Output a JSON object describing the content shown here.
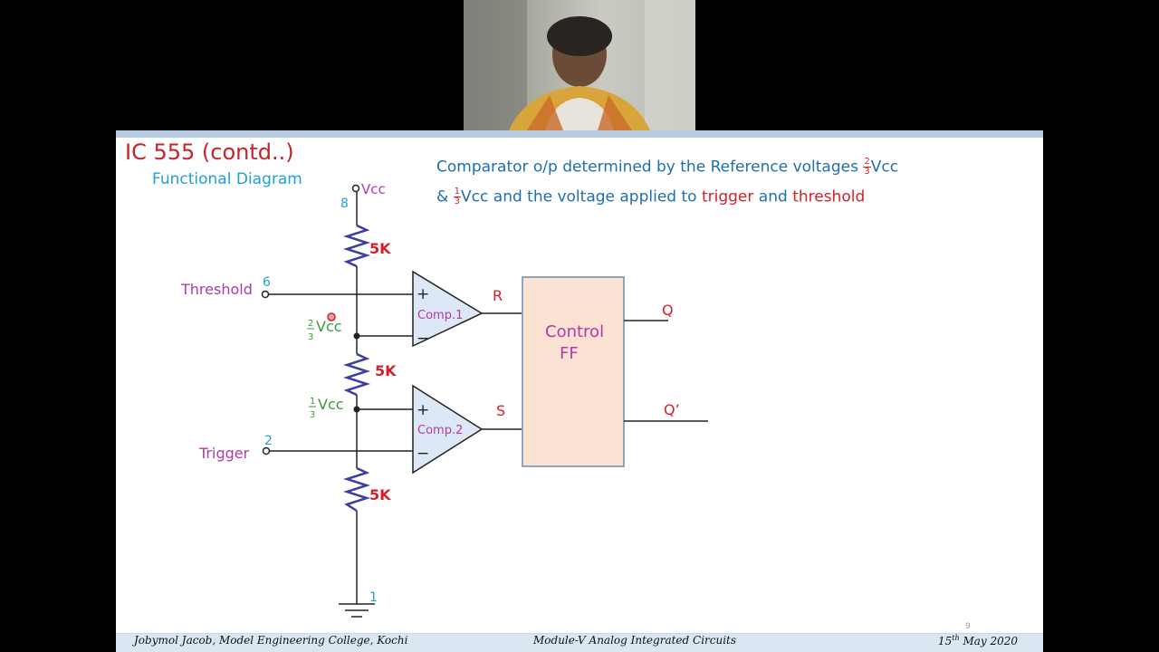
{
  "slide": {
    "title": "IC 555 (contd..)",
    "subtitle": "Functional Diagram",
    "description": {
      "line1_text": "Comparator o/p determined by the Reference voltages ",
      "line1_frac_num": "2",
      "line1_frac_den": "3",
      "line1_tail": "Vcc",
      "line2_amp": "& ",
      "line2_frac_num": "1",
      "line2_frac_den": "3",
      "line2_mid": "Vcc and the voltage applied to ",
      "line2_trigger": "trigger",
      "line2_and": " and ",
      "line2_threshold": "threshold"
    },
    "page_number": "9"
  },
  "circuit": {
    "vcc_label": "Vcc",
    "pin_vcc": "8",
    "pin_threshold": "6",
    "pin_trigger": "2",
    "pin_ground": "1",
    "threshold_label": "Threshold",
    "trigger_label": "Trigger",
    "resistor_label": "5K",
    "ref_upper_num": "2",
    "ref_upper_den": "3",
    "ref_upper_text": "Vcc",
    "ref_lower_num": "1",
    "ref_lower_den": "3",
    "ref_lower_text": "Vcc",
    "comp1_label": "Comp.1",
    "comp2_label": "Comp.2",
    "plus": "+",
    "minus": "−",
    "r_label": "R",
    "s_label": "S",
    "ff_label_line1": "Control",
    "ff_label_line2": "FF",
    "q_label": "Q",
    "qbar_label": "Q’"
  },
  "footer": {
    "left": "Jobymol Jacob, Model Engineering College, Kochi",
    "center": "Module-V  Analog Integrated Circuits",
    "right_day": "15",
    "right_sup": "th",
    "right_rest": " May 2020"
  },
  "colors": {
    "title": "#c0262c",
    "subtitle": "#1ea1d4",
    "description": "#1f6fb0",
    "highlight": "#d4202a",
    "resistor": "#3c3fa0",
    "pin_number": "#1ea1d4",
    "magenta_text": "#b33aa7",
    "green_text": "#3a9a3a",
    "ff_fill": "#fbe2d2",
    "comparator_fill": "#dce8f6"
  }
}
